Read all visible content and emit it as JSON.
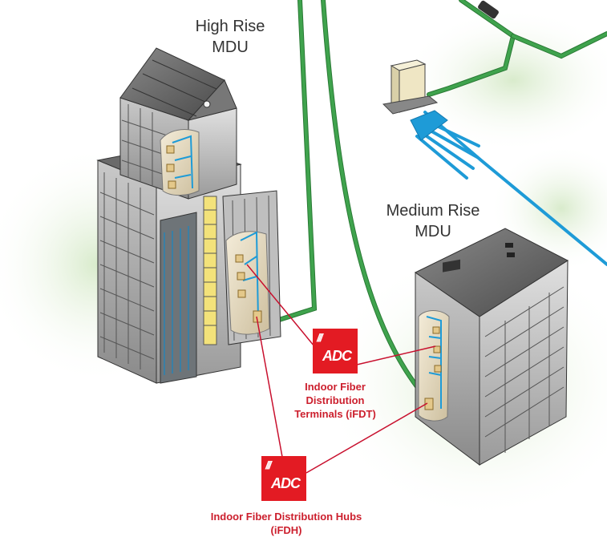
{
  "labels": {
    "high_rise": "High Rise MDU",
    "medium_rise": "Medium Rise MDU",
    "ifdt": "Indoor Fiber Distribution Terminals (iFDT)",
    "ifdh": "Indoor Fiber Distribution Hubs (iFDH)"
  },
  "logo": {
    "slashes": "///",
    "text": "ADC"
  },
  "colors": {
    "fiber_green": "#3fa34d",
    "fiber_blue": "#1e9bd7",
    "connector_red": "#c8102e",
    "brand_red": "#e31b23"
  }
}
